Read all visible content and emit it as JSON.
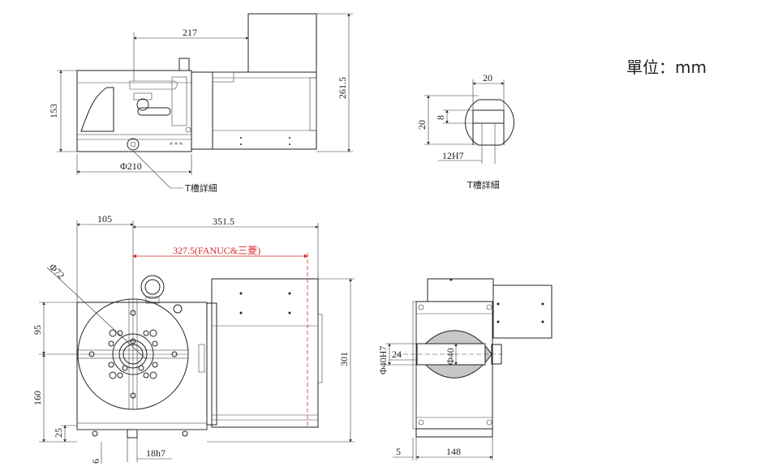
{
  "unit_label": "單位：mm",
  "front_view": {
    "dim_top": "217",
    "dim_height": "153",
    "dim_total_height": "261.5",
    "dim_diameter": "Φ210",
    "callout": "T槽詳細"
  },
  "tslot_detail": {
    "dim_width": "20",
    "dim_height": "20",
    "dim_depth": "8",
    "dim_slot": "12H7",
    "label": "T槽詳細"
  },
  "plan_view": {
    "dim_left": "105",
    "dim_total": "351.5",
    "dim_fanuc": "327.5(FANUC&三菱)",
    "dim_bore": "Φ72",
    "dim_95": "95",
    "dim_160": "160",
    "dim_25": "25",
    "dim_6": "6",
    "dim_key": "18h7",
    "dim_301": "301"
  },
  "side_view": {
    "dim_40h7": "Φ40H7",
    "dim_24": "24",
    "dim_40": "Φ40",
    "dim_5": "5",
    "dim_148": "148"
  },
  "colors": {
    "line": "#222222",
    "red_dim": "#d62a2a",
    "hatch": "#c7c7c7"
  }
}
